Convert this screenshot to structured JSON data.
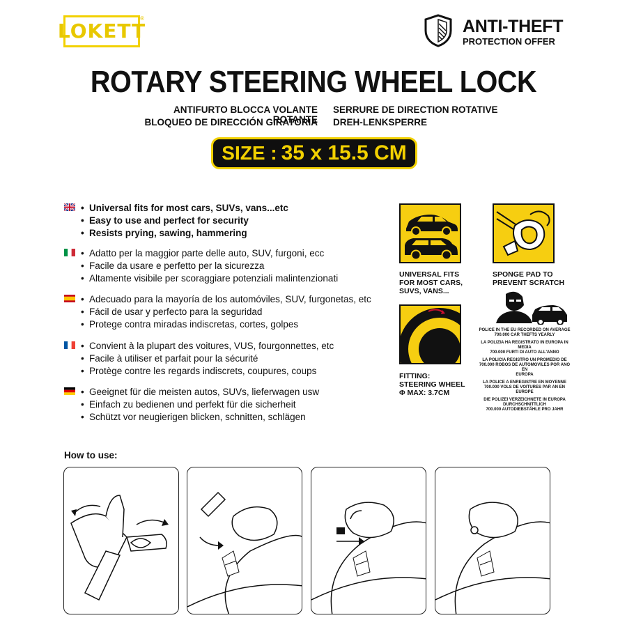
{
  "header": {
    "brand": "LOKETT",
    "brand_mark": "®",
    "badge_title": "ANTI-THEFT",
    "badge_subtitle": "PROTECTION OFFER",
    "badge_icon": "shield-icon"
  },
  "title": "ROTARY STEERING WHEEL LOCK",
  "subtitles": [
    "ANTIFURTO BLOCCA VOLANTE ROTANTE",
    "SERRURE DE DIRECTION ROTATIVE",
    "BLOQUEO DE DIRECCIÓN GIRATORIA",
    "DREH-LENKSPERRE"
  ],
  "size": {
    "label": "SIZE :",
    "value": "35 x 15.5 CM"
  },
  "colors": {
    "accent": "#f6ce11",
    "dark": "#0f0f0f"
  },
  "features": [
    {
      "lang": "en",
      "flag": "uk-flag-icon",
      "lines": [
        "Universal fits for most cars, SUVs, vans...etc",
        "Easy to use and perfect for security",
        "Resists prying, sawing, hammering"
      ]
    },
    {
      "lang": "it",
      "flag": "italy-flag-icon",
      "lines": [
        "Adatto per la maggior parte delle auto, SUV, furgoni, ecc",
        "Facile da usare e perfetto per la sicurezza",
        "Altamente visibile per scoraggiare potenziali malintenzionati"
      ]
    },
    {
      "lang": "es",
      "flag": "spain-flag-icon",
      "lines": [
        "Adecuado para la mayoría de los automóviles, SUV, furgonetas, etc",
        "Fácil de usar y perfecto para la seguridad",
        "Protege contra miradas indiscretas, cortes, golpes"
      ]
    },
    {
      "lang": "fr",
      "flag": "france-flag-icon",
      "lines": [
        "Convient à la plupart des voitures, VUS, fourgonnettes, etc",
        "Facile à utiliser et parfait pour la sécurité",
        "Protège contre les regards indiscrets, coupures, coups"
      ]
    },
    {
      "lang": "de",
      "flag": "germany-flag-icon",
      "lines": [
        "Geeignet für die meisten autos, SUVs, lieferwagen usw",
        "Einfach zu bedienen und perfekt für die sicherheit",
        "Schützt vor neugierigen blicken, schnitten, schlägen"
      ]
    }
  ],
  "panels": {
    "universal_caption": [
      "UNIVERSAL FITS",
      "FOR MOST CARS,",
      "SUVS, VANS..."
    ],
    "sponge_caption": [
      "SPONGE PAD TO",
      "PREVENT SCRATCH"
    ],
    "fitting_caption": [
      "FITTING:",
      "STEERING WHEEL",
      "Φ MAX: 3.7CM"
    ],
    "stats": [
      "POLICE IN THE EU RECORDED ON AVERAGE",
      "700.000 CAR THEFTS YEARLY",
      "LA POLIZIA HA REGISTRATO IN EUROPA IN MEDIA",
      "700.000 FURTI DI AUTO ALL'ANNO",
      "LA POLICIA REGISTRO UN PROMEDIO DE",
      "700.000 ROBOS DE AUTOMOVILES POR ANO EN",
      "EUROPA",
      "LA POLICE A ENREGISTRE EN MOYENNE",
      "700.000 VOLS DE VOITURES PAR AN EN EUROPE",
      "DIE POLIZEI VERZEICHNETE IN EUROPA",
      "DURCHSCHNITTLICH",
      "700.000 AUTODIEBSTÄHLE PRO JAHR"
    ]
  },
  "how_to": {
    "label": "How to use:",
    "steps": 4
  }
}
